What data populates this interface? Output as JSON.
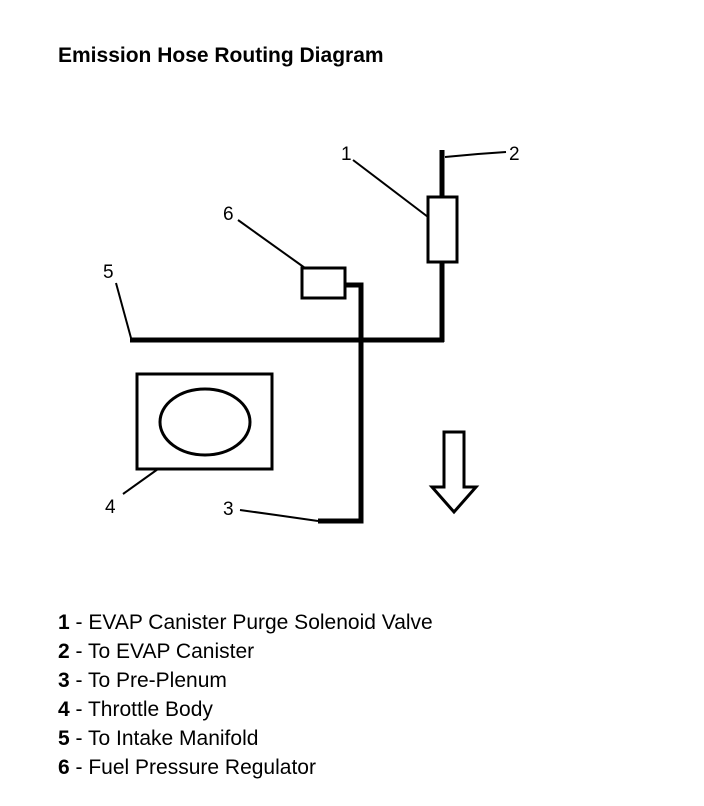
{
  "title": "Emission Hose Routing Diagram",
  "callouts": [
    "1",
    "2",
    "3",
    "4",
    "5",
    "6"
  ],
  "legend": [
    {
      "num": "1",
      "sep": " - ",
      "text": "EVAP Canister Purge Solenoid Valve"
    },
    {
      "num": "2",
      "sep": " - ",
      "text": "To EVAP Canister"
    },
    {
      "num": "3",
      "sep": " - ",
      "text": "To Pre-Plenum"
    },
    {
      "num": "4",
      "sep": " - ",
      "text": "Throttle Body"
    },
    {
      "num": "5",
      "sep": " - ",
      "text": "To Intake Manifold"
    },
    {
      "num": "6",
      "sep": " - ",
      "text": "Fuel Pressure Regulator"
    }
  ],
  "colors": {
    "line": "#000000",
    "background": "#ffffff"
  }
}
